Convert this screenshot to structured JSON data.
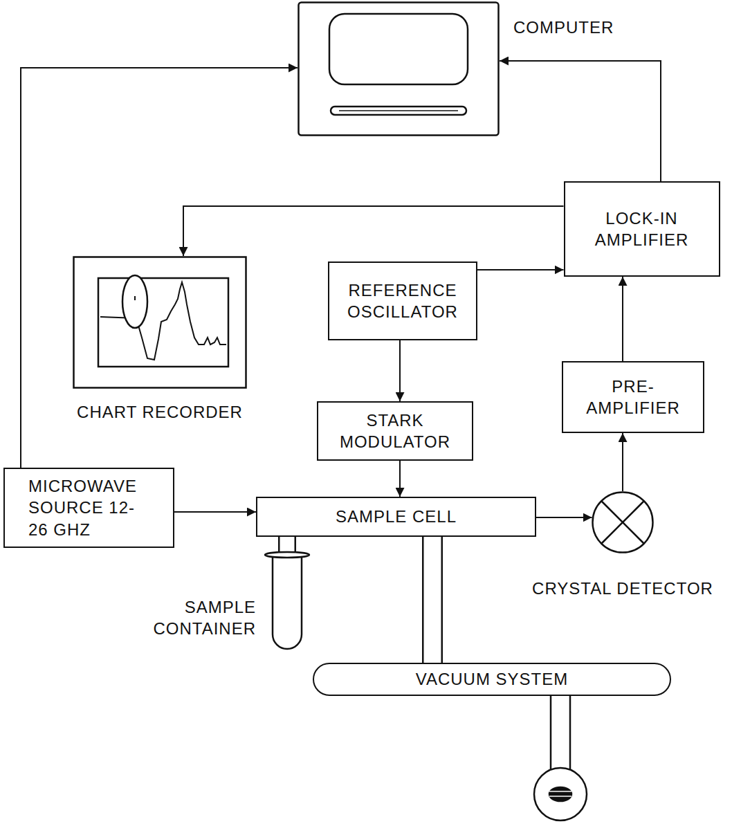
{
  "diagram": {
    "nodes": [
      {
        "text": [
          "COMPUTER"
        ]
      },
      {
        "text": [
          "LOCK-IN AMPLIFIER"
        ]
      },
      {
        "text": [
          "REFERENCE OSCILLATOR"
        ]
      },
      {
        "text": [
          "CHART RECORDER"
        ]
      },
      {
        "text": [
          "PRE- AMPLIFIER"
        ]
      },
      {
        "text": [
          "STARK MODULATOR"
        ]
      },
      {
        "text": [
          "MICROWAVE SOURCE 12-26 GHZ"
        ]
      },
      {
        "text": [
          "SAMPLE CELL"
        ]
      },
      {
        "text": [
          "CRYSTAL DETECTOR"
        ]
      },
      {
        "text": [
          "SAMPLE CONTAINER"
        ]
      },
      {
        "text": [
          "VACUUM SYSTEM"
        ]
      }
    ],
    "edges": [
      {
        "from": 6,
        "to": 0,
        "arrow": "to"
      },
      {
        "from": 1,
        "to": 0,
        "arrow": "to"
      },
      {
        "from": 1,
        "to": 3,
        "arrow": "to"
      },
      {
        "from": 2,
        "to": 1,
        "arrow": "to"
      },
      {
        "from": 2,
        "to": 5,
        "arrow": "to"
      },
      {
        "from": 5,
        "to": 7,
        "arrow": "to"
      },
      {
        "from": 4,
        "to": 1,
        "arrow": "to"
      },
      {
        "from": 8,
        "to": 4,
        "arrow": "to"
      },
      {
        "from": 6,
        "to": 7,
        "arrow": "to"
      },
      {
        "from": 7,
        "to": 8,
        "arrow": "to"
      },
      {
        "from": 9,
        "to": 7,
        "arrow": "none"
      },
      {
        "from": 10,
        "to": 7,
        "arrow": "none"
      }
    ]
  }
}
